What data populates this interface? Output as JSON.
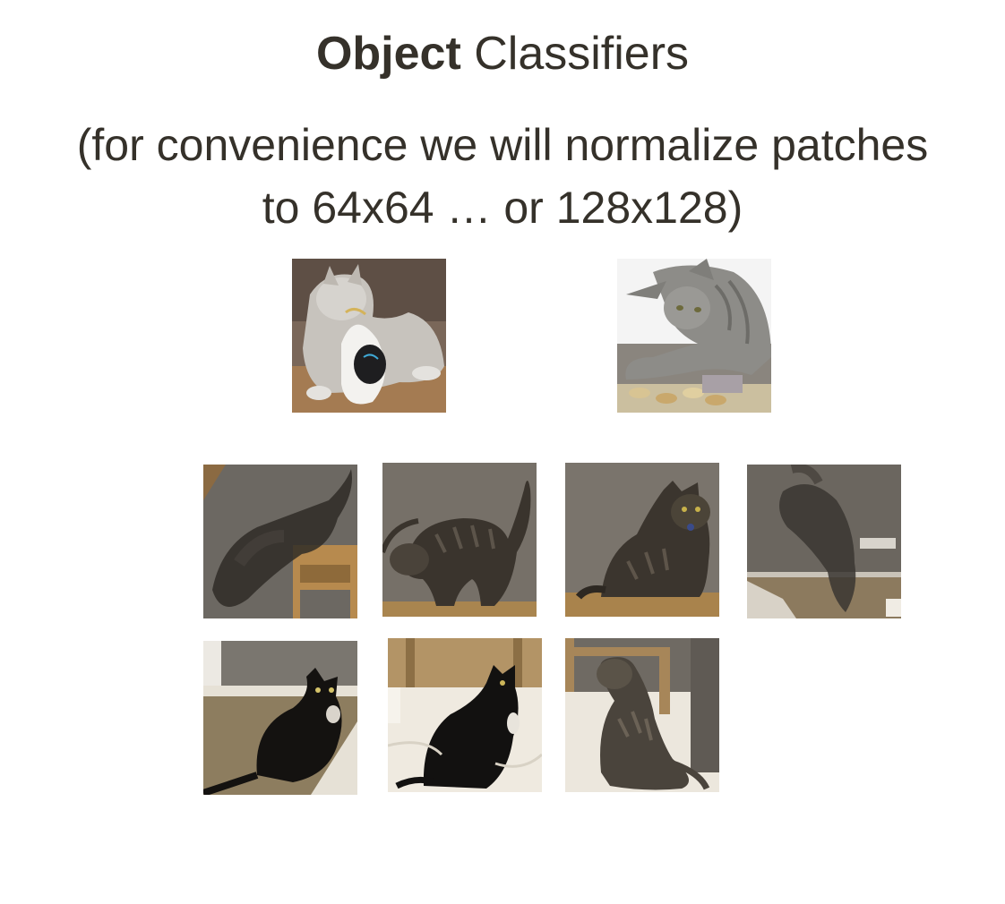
{
  "slide": {
    "title_bold": "Object",
    "title_rest": " Classifiers",
    "subtitle_line1": "(for convenience we will normalize patches",
    "subtitle_line2": "to 64x64 … or 128x128)"
  },
  "patches": {
    "top_row": [
      {
        "name": "gray-kitten-with-robot-toy",
        "palette": [
          "#6b5a4e",
          "#c9c6c0",
          "#e9e7e4"
        ]
      },
      {
        "name": "gray-tabby-cat-pawing-cookies",
        "palette": [
          "#f3f3f3",
          "#8d8c88",
          "#d8c9a3"
        ]
      }
    ],
    "middle_row": [
      {
        "name": "blurred-cat-jumping-on-headboard",
        "palette": [
          "#6a6660",
          "#2f2b27",
          "#b78a4e"
        ]
      },
      {
        "name": "tabby-cat-on-headboard-tail-up",
        "palette": [
          "#777068",
          "#3a342d",
          "#a9854f"
        ]
      },
      {
        "name": "tabby-cat-sitting-on-headboard",
        "palette": [
          "#7a746c",
          "#3b352e",
          "#a9834c"
        ]
      },
      {
        "name": "blurred-cat-leaping-down",
        "palette": [
          "#6b665f",
          "#3a3631",
          "#d8d2c7"
        ]
      }
    ],
    "bottom_row": [
      {
        "name": "black-cat-on-floor",
        "palette": [
          "#7a766f",
          "#141210",
          "#e6e1d6"
        ]
      },
      {
        "name": "black-cat-sitting-on-bed",
        "palette": [
          "#b39466",
          "#121110",
          "#efeae0"
        ]
      },
      {
        "name": "tabby-cat-sitting-on-bed",
        "palette": [
          "#6f6a63",
          "#4a443c",
          "#ece7dd"
        ]
      }
    ]
  }
}
